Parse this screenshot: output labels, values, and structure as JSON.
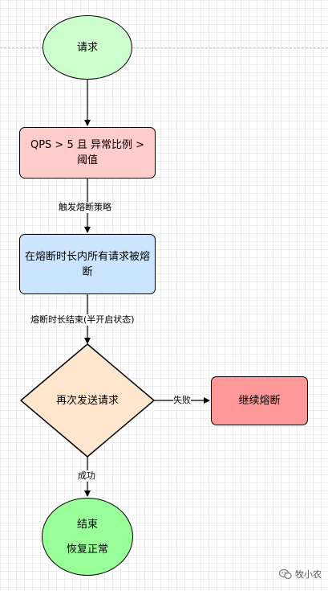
{
  "nodes": {
    "request": "请求",
    "condition": "QPS > 5 且 异常比例 > 阈值",
    "circuit_open": "在熔断时长内所有请求被熔断",
    "retry": "再次发送请求",
    "continue_break": "继续熔断",
    "end_title": "结束",
    "end_subtitle": "恢复正常"
  },
  "edges": {
    "trigger": "触发熔断策略",
    "duration_end": "熔断时长结束(半开启状态)",
    "fail": "失败",
    "success": "成功"
  },
  "colors": {
    "request_fill": "#ccffcc",
    "condition_fill": "#ffcccc",
    "circuit_open_fill": "#cce5ff",
    "retry_fill": "#ffe6cc",
    "continue_break_fill": "#ff9999",
    "end_fill": "#99ff99"
  },
  "watermark": "牧小农",
  "icons": {
    "watermark": "wechat-icon"
  }
}
